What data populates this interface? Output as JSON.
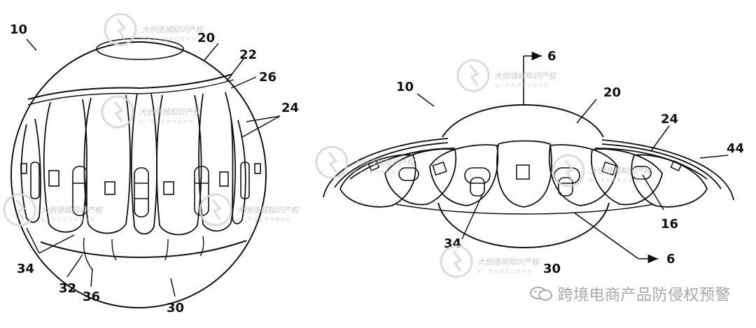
{
  "left_figure": {
    "labels": {
      "l10": "10",
      "l20": "20",
      "l22": "22",
      "l26": "26",
      "l24": "24",
      "l34": "34",
      "l32": "32",
      "l36": "36",
      "l30": "30"
    }
  },
  "right_figure": {
    "labels": {
      "l10": "10",
      "l20": "20",
      "l24": "24",
      "l44": "44",
      "l16": "16",
      "l34": "34",
      "l30": "30",
      "l6top": "6",
      "l6bottom": "6"
    }
  },
  "watermark": {
    "text": "大创浩城知识产权",
    "subtext": "全 一 专 业 成 就 价 值 共 创"
  },
  "footer": {
    "text": "跨境电商产品防侵权预警"
  }
}
